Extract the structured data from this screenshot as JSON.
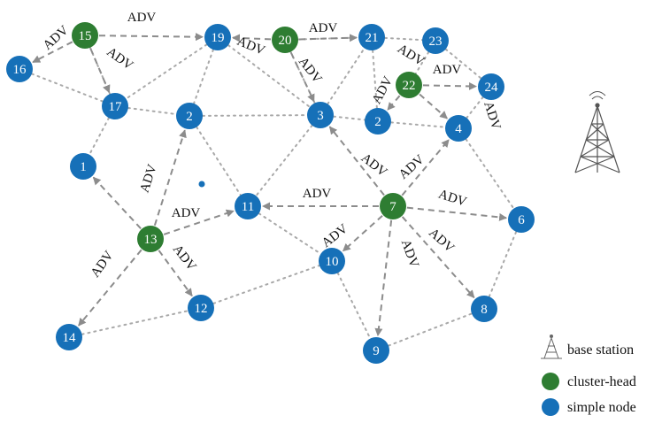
{
  "colors": {
    "cluster_head": "#2e7d32",
    "simple_node": "#1670b8",
    "dotted_edge": "#a9a9a9",
    "arrow_edge": "#8c8c8c"
  },
  "diagram": {
    "nodes": [
      {
        "id": "15",
        "type": "cluster-head"
      },
      {
        "id": "16",
        "type": "simple"
      },
      {
        "id": "17",
        "type": "simple"
      },
      {
        "id": "19",
        "type": "simple"
      },
      {
        "id": "20",
        "type": "cluster-head"
      },
      {
        "id": "21",
        "type": "simple"
      },
      {
        "id": "23",
        "type": "simple"
      },
      {
        "id": "22",
        "type": "cluster-head"
      },
      {
        "id": "24",
        "type": "simple"
      },
      {
        "id": "2",
        "type": "simple"
      },
      {
        "id": "3",
        "type": "simple"
      },
      {
        "id": "2",
        "type": "simple"
      },
      {
        "id": "4",
        "type": "simple"
      },
      {
        "id": "1",
        "type": "simple"
      },
      {
        "id": "11",
        "type": "simple"
      },
      {
        "id": "7",
        "type": "cluster-head"
      },
      {
        "id": "6",
        "type": "simple"
      },
      {
        "id": "13",
        "type": "cluster-head"
      },
      {
        "id": "10",
        "type": "simple"
      },
      {
        "id": "12",
        "type": "simple"
      },
      {
        "id": "8",
        "type": "simple"
      },
      {
        "id": "14",
        "type": "simple"
      },
      {
        "id": "9",
        "type": "simple"
      }
    ],
    "adv_label": "ADV"
  },
  "legend": {
    "items": [
      {
        "icon": "base-station-icon",
        "label": "base station"
      },
      {
        "icon": "cluster-head-marker",
        "label": "cluster-head"
      },
      {
        "icon": "simple-node-marker",
        "label": "simple node"
      }
    ]
  }
}
